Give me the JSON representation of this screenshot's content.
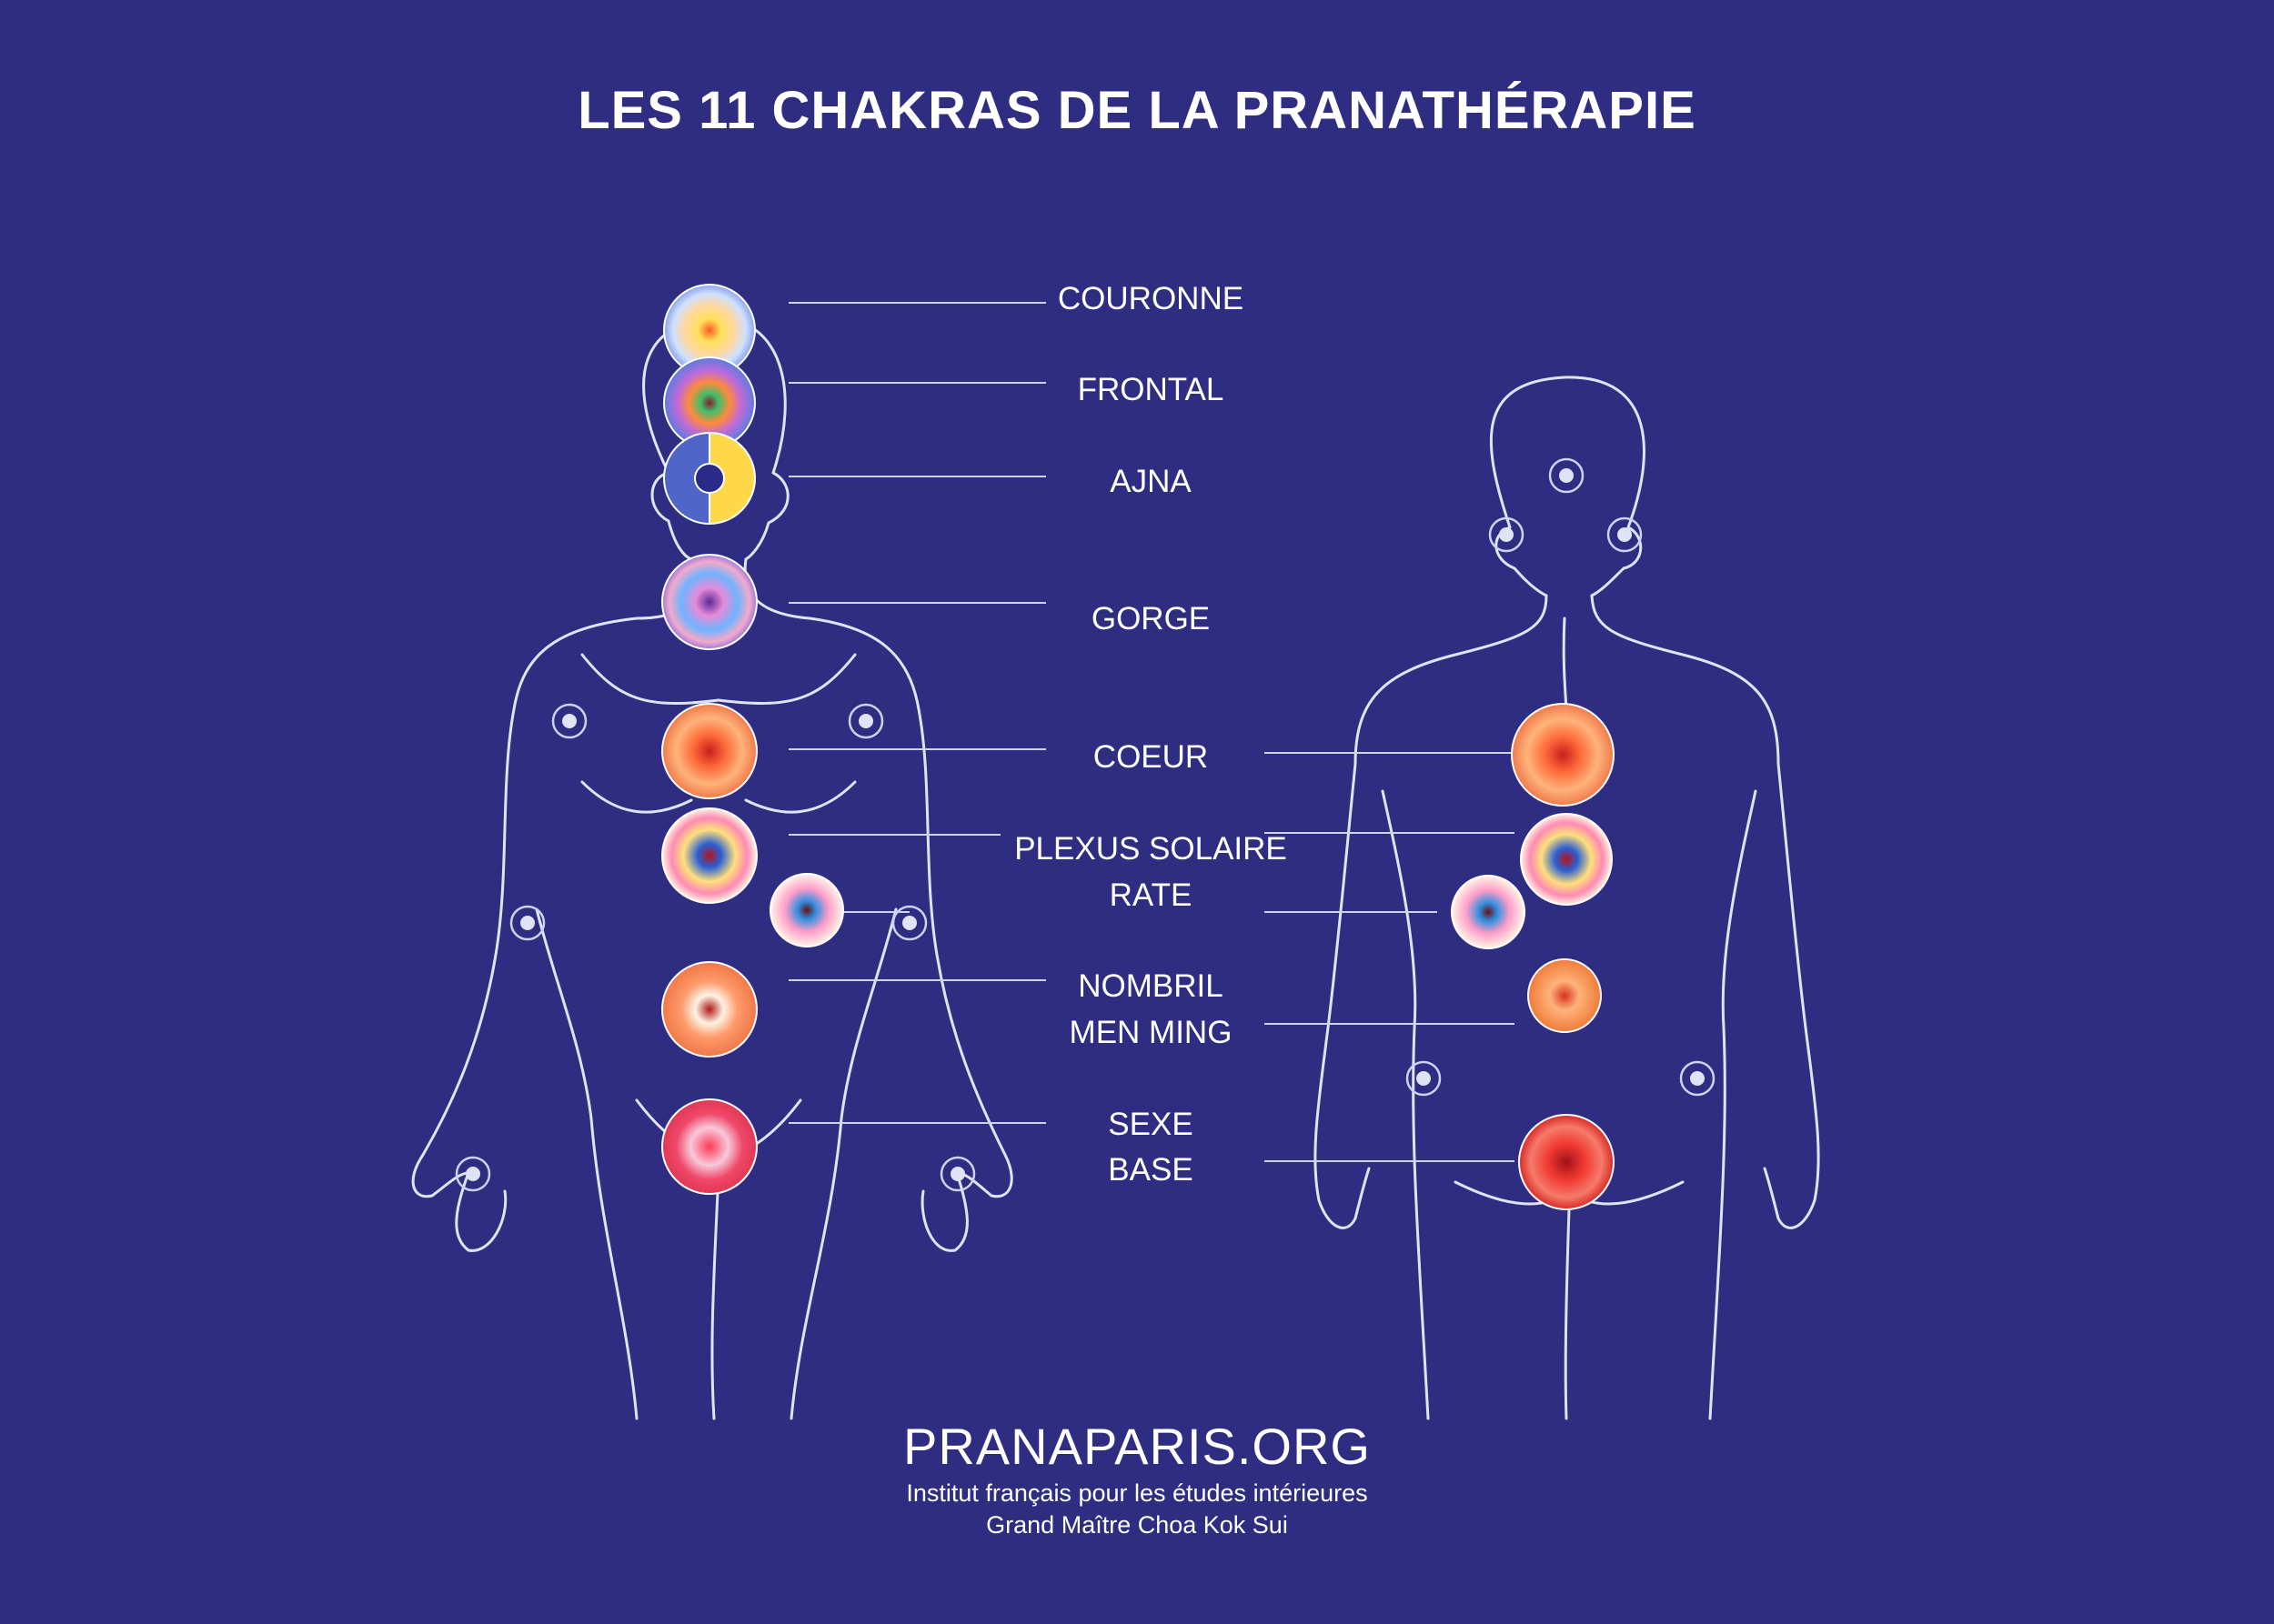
{
  "title": "LES 11 CHAKRAS DE LA PRANATHÉRAPIE",
  "labels": {
    "couronne": "COURONNE",
    "frontal": "FRONTAL",
    "ajna": "AJNA",
    "gorge": "GORGE",
    "coeur": "COEUR",
    "plexus_solaire": "PLEXUS SOLAIRE",
    "rate": "RATE",
    "nombril": "NOMBRIL",
    "men_ming": "MEN MING",
    "sexe": "SEXE",
    "base": "BASE"
  },
  "footer": {
    "site": "PRANAPARIS.ORG",
    "line1": "Institut français pour les études intérieures",
    "line2": "Grand Maître Choa Kok Sui"
  },
  "colors": {
    "background": "#2e2d82",
    "outline": "#dfe3f5",
    "text": "#ffffff"
  }
}
